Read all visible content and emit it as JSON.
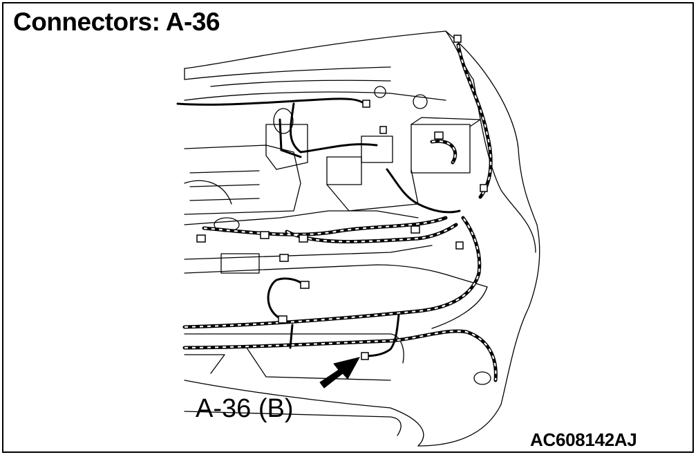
{
  "figure": {
    "title": "Connectors: A-36",
    "callout_label": "A-36 (B)",
    "figure_code": "AC608142AJ"
  },
  "colors": {
    "ink": "#000000",
    "paper": "#ffffff"
  }
}
